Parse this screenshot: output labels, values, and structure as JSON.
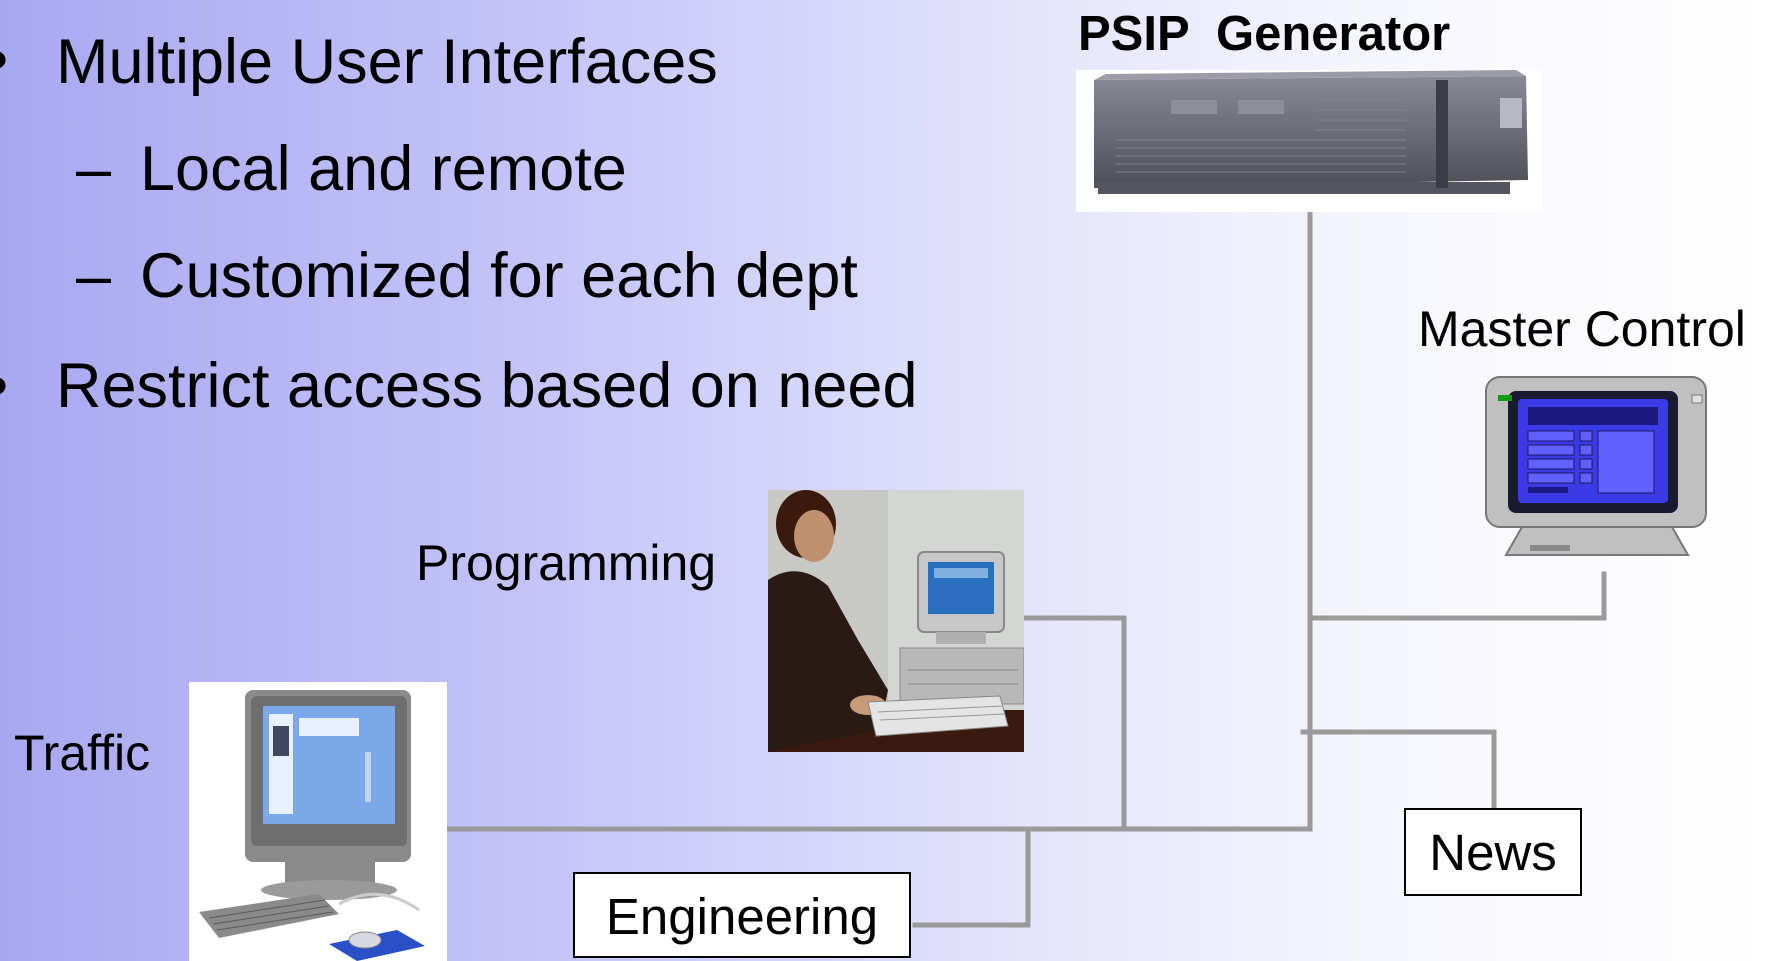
{
  "bullets": [
    {
      "level": 1,
      "marker": "•",
      "text": "Multiple User Interfaces"
    },
    {
      "level": 2,
      "marker": "–",
      "text": "Local and remote"
    },
    {
      "level": 2,
      "marker": "–",
      "text": "Customized for each dept"
    },
    {
      "level": 1,
      "marker": "•",
      "text": "Restrict access based on need"
    }
  ],
  "diagram": {
    "generator_title": "PSIP  Generator",
    "master_control_label": "Master Control",
    "programming_label": "Programming",
    "traffic_label": "Traffic",
    "engineering_label": "Engineering",
    "news_label": "News"
  },
  "colors": {
    "connector": "#9a9a9a",
    "screen_blue": "#3a3ae6"
  },
  "icons": [
    "rack-server-icon",
    "computer-monitor-icon",
    "person-at-computer-photo",
    "desktop-computer-photo"
  ]
}
